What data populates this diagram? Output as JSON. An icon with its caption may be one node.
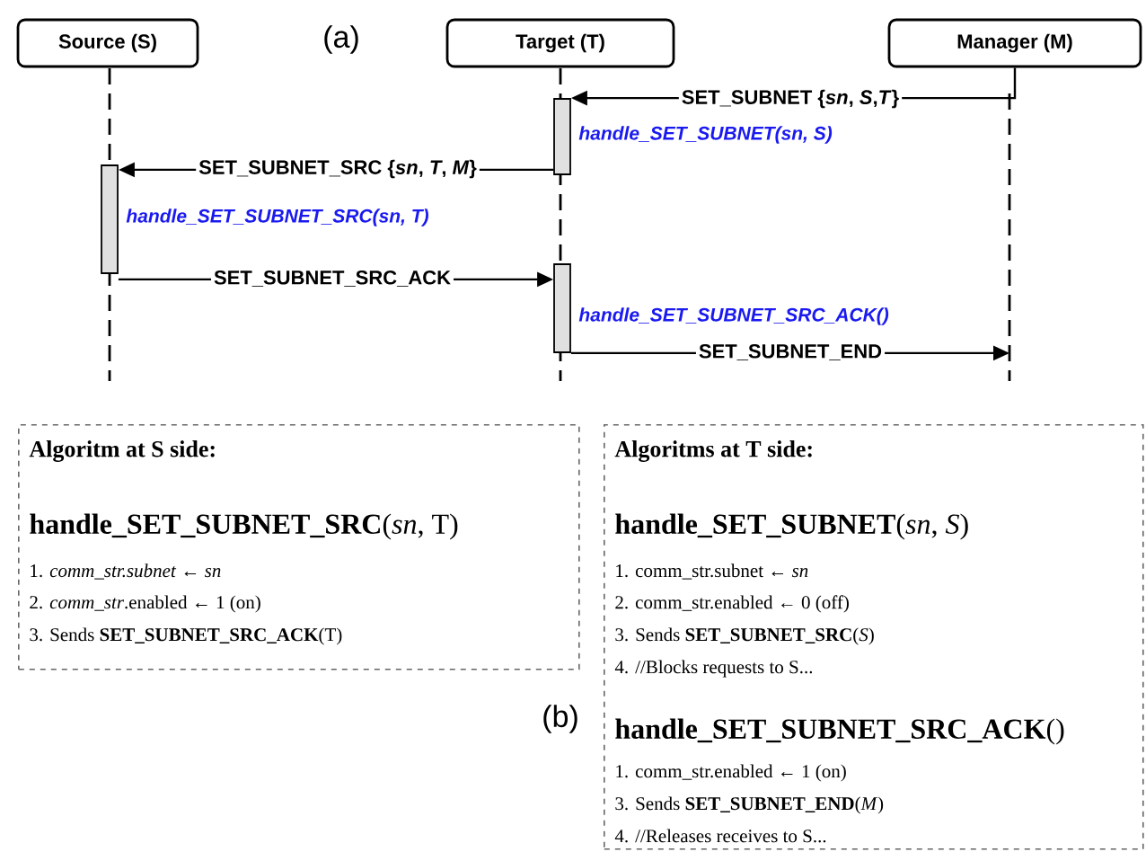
{
  "diagram": {
    "nodes": [
      {
        "text": [
          "Source (S)"
        ]
      },
      {
        "text": [
          "Target (T)"
        ]
      },
      {
        "text": [
          "Manager (M)"
        ]
      },
      {
        "text": [],
        "shape": "bar",
        "beside": [
          "handle_SET_SUBNET(sn, S)"
        ]
      },
      {
        "text": [],
        "shape": "bar",
        "beside": [
          "handle_SET_SUBNET_SRC(sn, T)"
        ]
      },
      {
        "text": [],
        "shape": "bar",
        "beside": [
          "handle_SET_SUBNET_SRC_ACK()"
        ]
      },
      {
        "text": [
          "Algoritm at S side:",
          "**handle_SET_SUBNET_SRC**(*sn*, T)",
          "1. *comm_str.subnet* ← *sn*",
          "2. *comm_str*.enabled ← 1 (on)",
          "3. Sends **SET_SUBNET_SRC_ACK**(T)"
        ]
      },
      {
        "text": [
          "Algoritms at T side:",
          "**handle_SET_SUBNET**(*sn*, *S*)",
          "1. comm_str.subnet ← *sn*",
          "2. comm_str.enabled ← 0 (off)",
          "3. Sends **SET_SUBNET_SRC**(*S*)",
          "4. //Blocks requests to S...",
          "**handle_SET_SUBNET_SRC_ACK**()",
          "1. comm_str.enabled ← 1 (on)",
          "3. Sends **SET_SUBNET_END**(*M*)",
          "4. //Releases receives to S..."
        ]
      }
    ],
    "edges": [
      {
        "from": 2,
        "to": 3,
        "arrow": "to",
        "label": "**SET_SUBNET** {*sn*, *S*,*T*}"
      },
      {
        "from": 3,
        "to": 4,
        "arrow": "to",
        "label": "**SET_SUBNET_SRC** {*sn*, *T*, *M*}"
      },
      {
        "from": 4,
        "to": 5,
        "arrow": "to",
        "label": "SET_SUBNET_SRC_ACK"
      },
      {
        "from": 5,
        "to": null,
        "arrow": "to",
        "label": "SET_SUBNET_END"
      }
    ],
    "labels": [
      "(a)",
      "(b)"
    ]
  }
}
